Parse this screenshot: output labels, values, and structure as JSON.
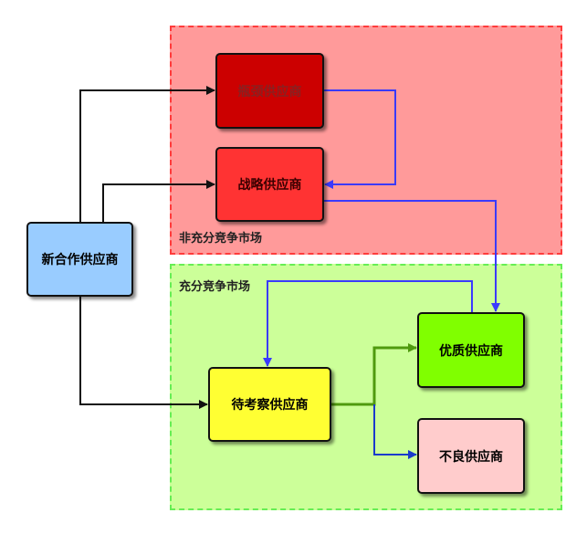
{
  "regions": {
    "non_competitive": "非充分竞争市场",
    "competitive": "充分竞争市场"
  },
  "nodes": {
    "new_supplier": "新合作供应商",
    "bottleneck_supplier": "瓶颈供应商",
    "strategic_supplier": "战略供应商",
    "pending_supplier": "待考察供应商",
    "quality_supplier": "优质供应商",
    "bad_supplier": "不良供应商"
  },
  "colors": {
    "black_arrow": "#111111",
    "blue_arrow": "#3a3aff",
    "green_arrow": "#4f9a0e",
    "blue2_arrow": "#1a3acc",
    "new_supplier_fill": "#99ccff",
    "bottleneck_fill": "#cc0000",
    "strategic_fill": "#ff3333",
    "pending_fill": "#ffff33",
    "quality_fill": "#80ff00",
    "bad_fill": "#ffcccc"
  }
}
